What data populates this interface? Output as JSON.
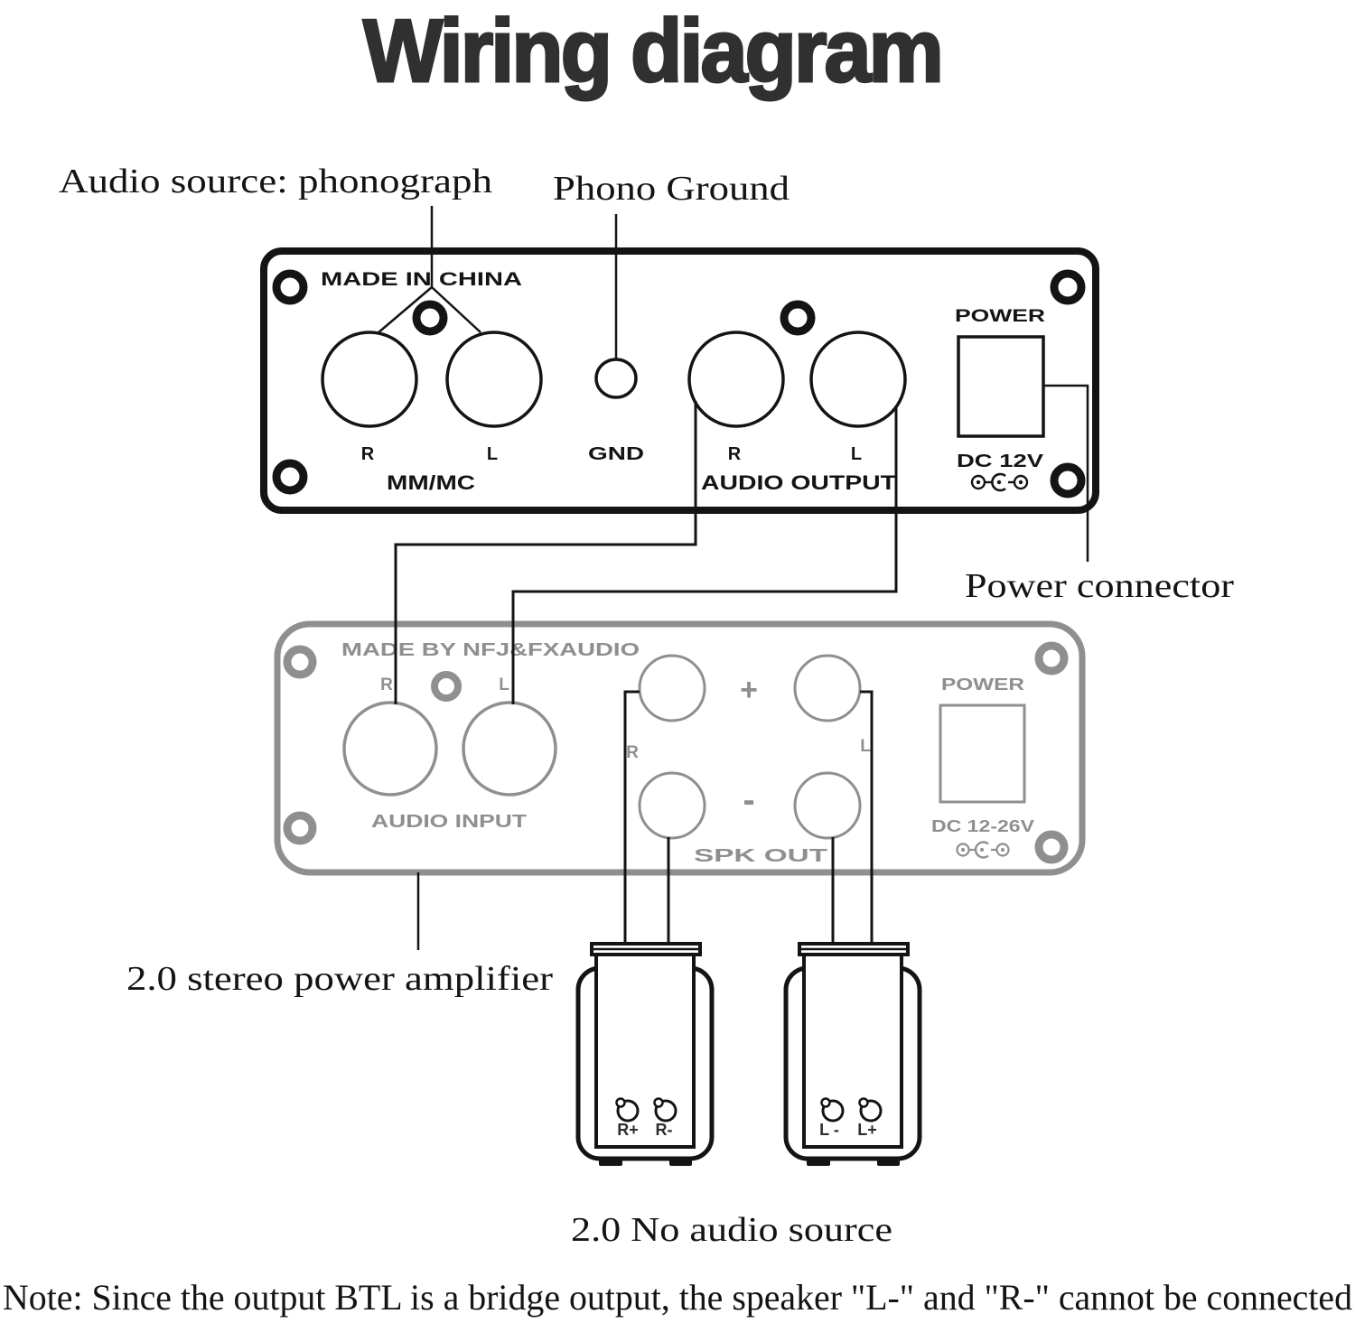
{
  "title": "Wiring diagram",
  "annotations": {
    "audio_source": "Audio source: phonograph",
    "phono_ground": "Phono Ground",
    "power_connector": "Power connector",
    "amplifier": "2.0 stereo power amplifier",
    "no_audio_source": "2.0 No audio source",
    "note": "Note: Since the output BTL is a bridge output, the speaker \"L-\" and \"R-\" cannot be connected"
  },
  "phono_stage": {
    "made_in": "MADE IN CHINA",
    "input_r": "R",
    "input_l": "L",
    "gnd": "GND",
    "input_group": "MM/MC",
    "output_r": "R",
    "output_l": "L",
    "output_group": "AUDIO OUTPUT",
    "power": "POWER",
    "power_dc": "DC 12V"
  },
  "amplifier_panel": {
    "made_by": "MADE BY NFJ&FXAUDIO",
    "input_r": "R",
    "input_l": "L",
    "input_group": "AUDIO INPUT",
    "spk_plus": "+",
    "spk_minus": "-",
    "spk_r": "R",
    "spk_l": "L",
    "spk_group": "SPK OUT",
    "power": "POWER",
    "power_dc": "DC 12-26V"
  },
  "speakers": {
    "right_pos": "R+",
    "right_neg": "R-",
    "left_neg": "L -",
    "left_pos": "L+"
  },
  "colors": {
    "ink": "#141414",
    "title": "#303030",
    "panel_gray": "#8f8f8f",
    "background": "#ffffff"
  }
}
